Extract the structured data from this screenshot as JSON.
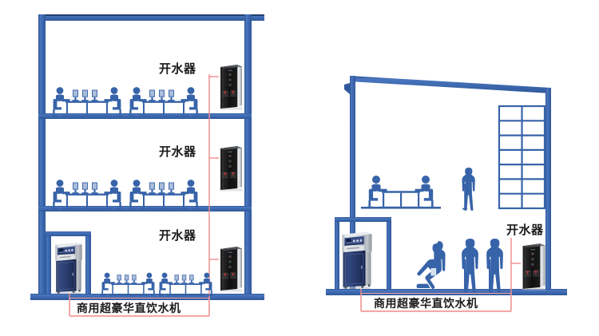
{
  "diagram": {
    "title_visible": false,
    "background": "#ffffff",
    "colors": {
      "structure_blue": "#3763a8",
      "structure_blue_dark": "#2b4f8c",
      "structure_blue_light": "#4a77c0",
      "people_blue": "#3763a8",
      "pipe_red": "#f28b8b",
      "callout_border": "#f4a3a3",
      "boiler_black": "#141414",
      "boiler_silver": "#cfd2d6",
      "purifier_navy": "#2b3f73",
      "purifier_gray": "#d8dade",
      "text": "#1a1a1a"
    },
    "scenes": [
      {
        "id": "office-building-left",
        "name": "three-storey-office-building",
        "floors": [
          {
            "id": "floor-3",
            "level": 3,
            "boiler_label": "开水器",
            "desk_clusters": 2,
            "people": 4
          },
          {
            "id": "floor-2",
            "level": 2,
            "boiler_label": "开水器",
            "desk_clusters": 2,
            "people": 4
          },
          {
            "id": "floor-1",
            "level": 1,
            "boiler_label": "开水器",
            "desk_clusters": 2,
            "people": 4,
            "has_purifier_room": true
          }
        ],
        "purifier_label": "商用超豪华直饮水机",
        "riser_pipe": {
          "visible": true,
          "color": "#f28b8b",
          "branches": 3
        }
      },
      {
        "id": "factory-building-right",
        "name": "single-storey-workshop-building",
        "boiler_label": "开水器",
        "purifier_label": "商用超豪华直饮水机",
        "window_grid": {
          "columns": 2,
          "rows": 7
        },
        "meeting_people": 2,
        "standing_people": 1,
        "worker_silhouettes": 3,
        "has_purifier_room": true,
        "riser_pipe": {
          "visible": true,
          "color": "#f28b8b",
          "branches": 1
        }
      }
    ],
    "labels": {
      "boiler": "开水器",
      "purifier": "商用超豪华直饮水机"
    }
  }
}
